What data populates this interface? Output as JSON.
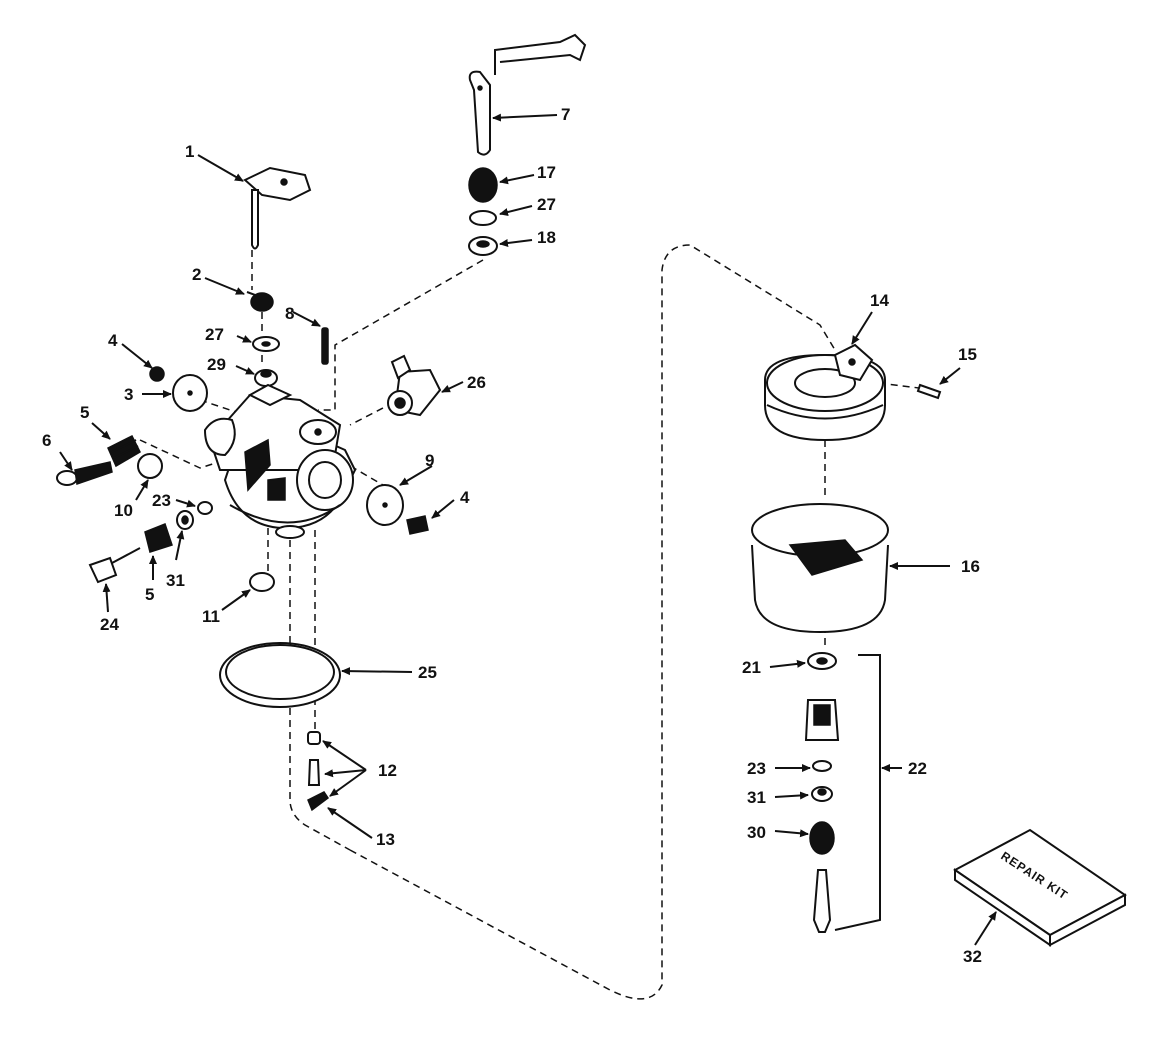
{
  "callouts": {
    "c1": "1",
    "c2": "2",
    "c3": "3",
    "c4a": "4",
    "c4b": "4",
    "c5a": "5",
    "c5b": "5",
    "c6": "6",
    "c7": "7",
    "c8": "8",
    "c9": "9",
    "c10": "10",
    "c11": "11",
    "c12": "12",
    "c13": "13",
    "c14": "14",
    "c15": "15",
    "c16": "16",
    "c17": "17",
    "c18": "18",
    "c21": "21",
    "c22": "22",
    "c23a": "23",
    "c23b": "23",
    "c24": "24",
    "c25": "25",
    "c26": "26",
    "c27a": "27",
    "c27b": "27",
    "c29": "29",
    "c30": "30",
    "c31a": "31",
    "c31b": "31",
    "c32": "32"
  },
  "repair_kit": {
    "label": "REPAIR KIT"
  },
  "colors": {
    "ink": "#111111",
    "paper": "#ffffff"
  }
}
